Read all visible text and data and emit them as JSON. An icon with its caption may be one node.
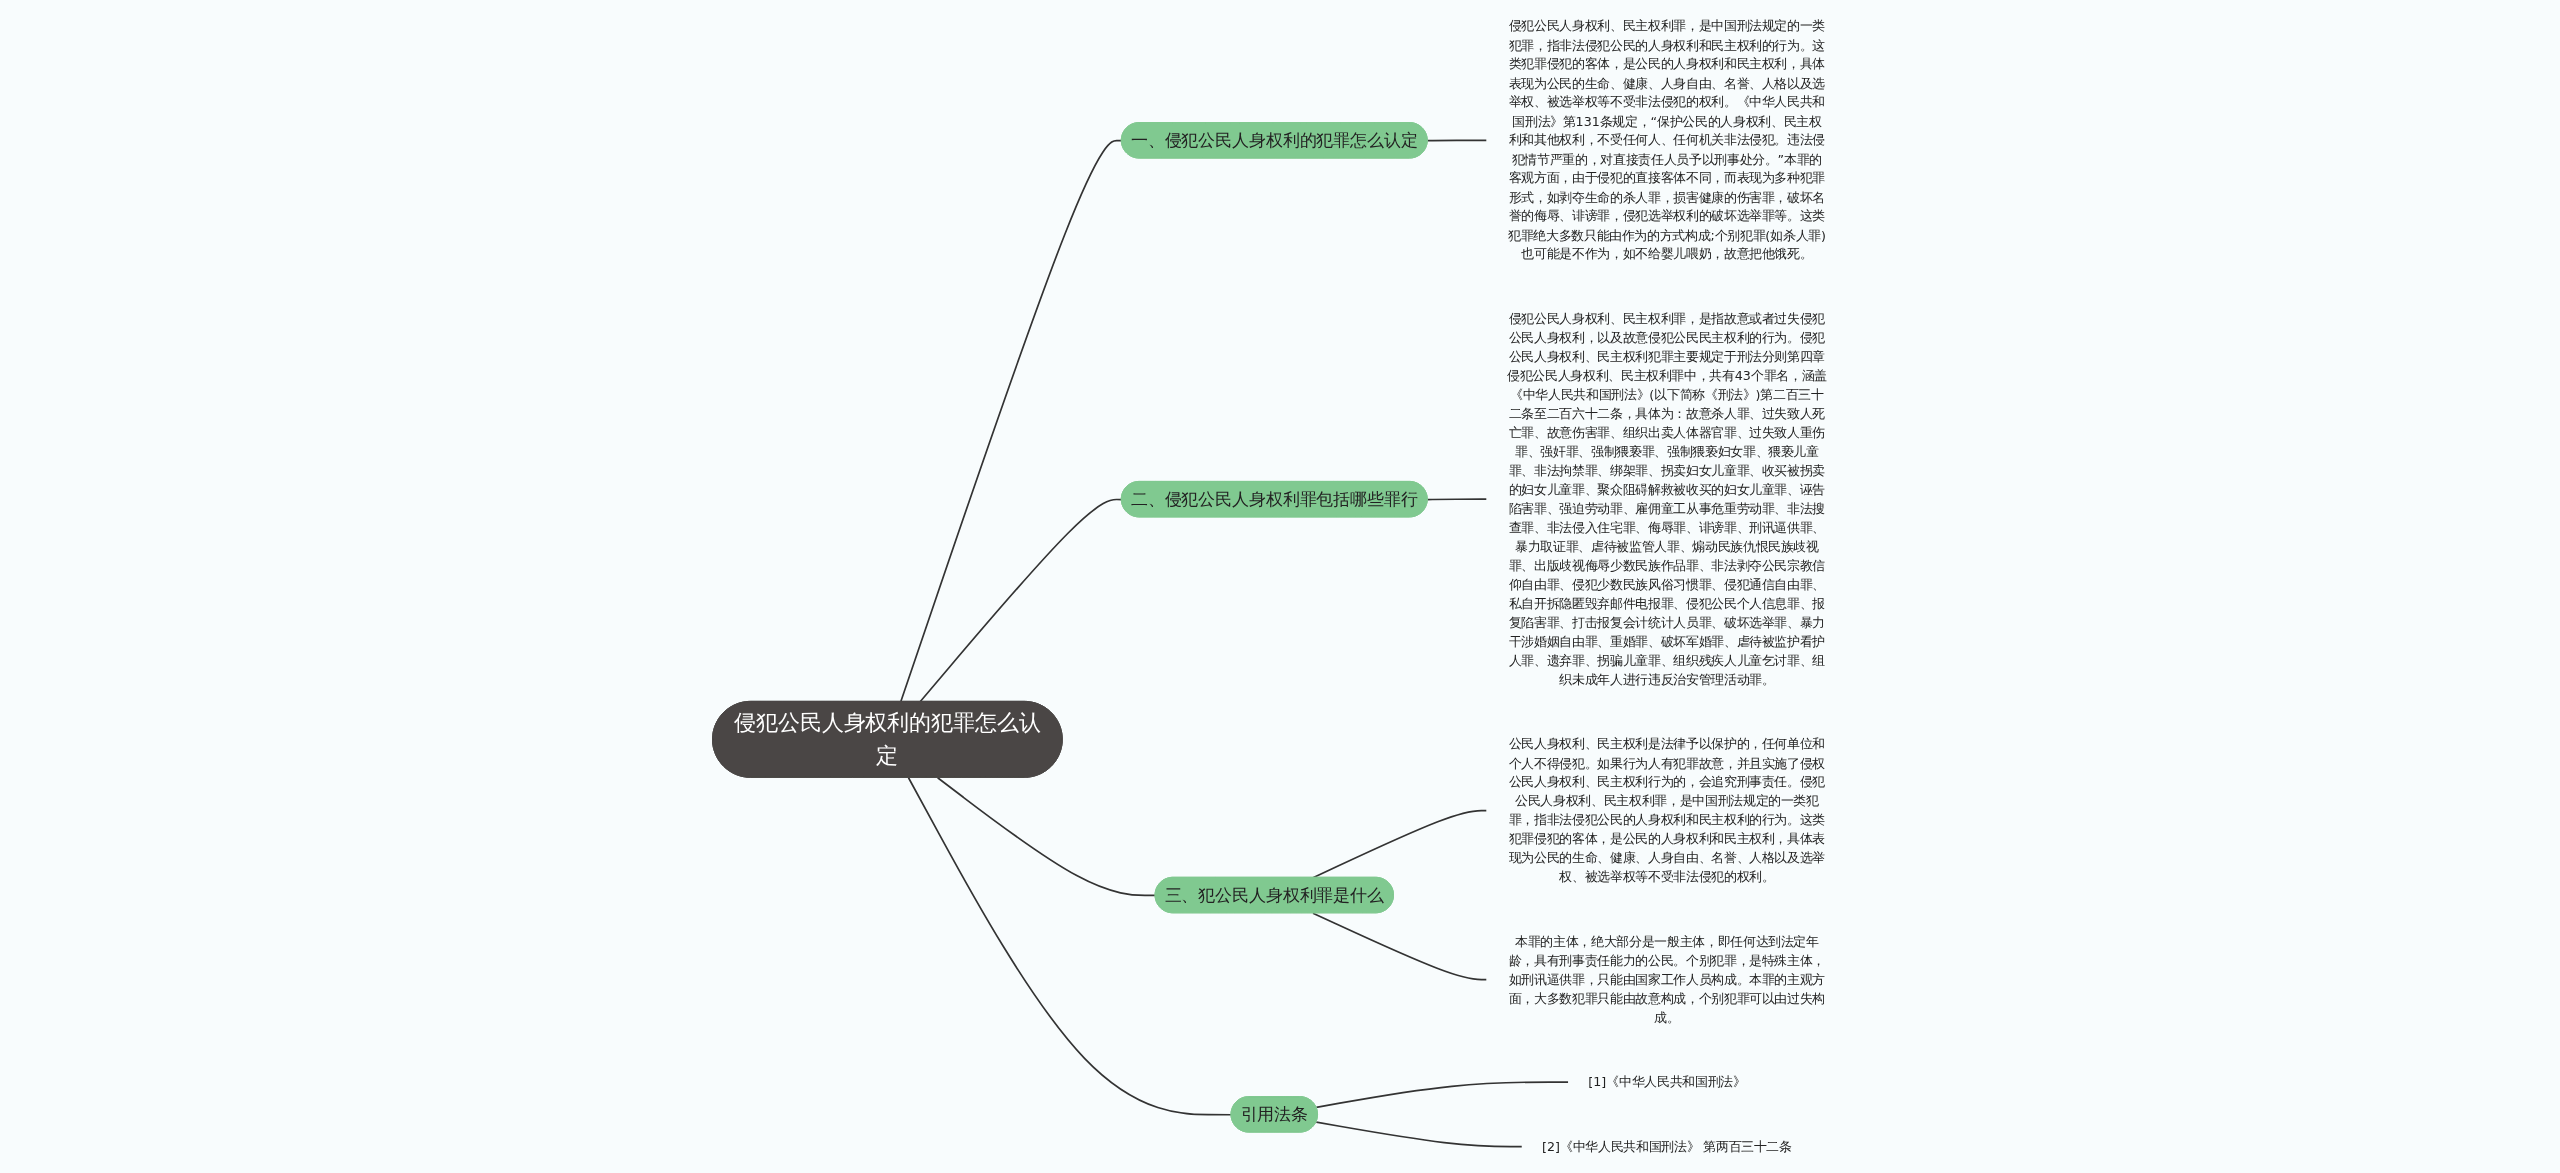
{
  "diagram": {
    "nodes": [
      {
        "text": [
          "侵犯公民人身权利的犯罪怎么认定"
        ]
      },
      {
        "text": [
          "一、侵犯公民人身权利的犯罪怎么认定"
        ]
      },
      {
        "text": [
          "侵犯公民人身权利、民主权利罪，是中国刑法规定的一类犯罪，指非法侵犯公民的人身权利和民主权利的行为。这类犯罪侵犯的客体，是公民的人身权利和民主权利，具体表现为公民的生命、健康、人身自由、名誉、人格以及选举权、被选举权等不受非法侵犯的权利。《中华人民共和国刑法》第131条规定，“保护公民的人身权利、民主权利和其他权利，不受任何人、任何机关非法侵犯。违法侵犯情节严重的，对直接责任人员予以刑事处分。”本罪的客观方面，由于侵犯的直接客体不同，而表现为多种犯罪形式，如剥夺生命的杀人罪，损害健康的伤害罪，破坏名誉的侮辱、诽谤罪，侵犯选举权利的破坏选举罪等。这类犯罪绝大多数只能由作为的方式构成;个别犯罪(如杀人罪)也可能是不作为，如不给婴儿喂奶，故意把他饿死。"
        ]
      },
      {
        "text": [
          "二、侵犯公民人身权利罪包括哪些罪行"
        ]
      },
      {
        "text": [
          "侵犯公民人身权利、民主权利罪，是指故意或者过失侵犯公民人身权利，以及故意侵犯公民民主权利的行为。侵犯公民人身权利、民主权利犯罪主要规定于刑法分则第四章侵犯公民人身权利、民主权利罪中，共有43个罪名，涵盖《中华人民共和国刑法》(以下简称《刑法》)第二百三十二条至二百六十二条，具体为：故意杀人罪、过失致人死亡罪、故意伤害罪、组织出卖人体器官罪、过失致人重伤罪、强奸罪、强制猥亵罪、强制猥亵妇女罪、猥亵儿童罪、非法拘禁罪、绑架罪、拐卖妇女儿童罪、收买被拐卖的妇女儿童罪、聚众阻碍解救被收买的妇女儿童罪、诬告陷害罪、强迫劳动罪、雇佣童工从事危重劳动罪、非法搜查罪、非法侵入住宅罪、侮辱罪、诽谤罪、刑讯逼供罪、暴力取证罪、虐待被监管人罪、煽动民族仇恨民族歧视罪、出版歧视侮辱少数民族作品罪、非法剥夺公民宗教信仰自由罪、侵犯少数民族风俗习惯罪、侵犯通信自由罪、私自开拆隐匿毁弃邮件电报罪、侵犯公民个人信息罪、报复陷害罪、打击报复会计统计人员罪、破坏选举罪、暴力干涉婚姻自由罪、重婚罪、破坏军婚罪、虐待被监护看护人罪、遗弃罪、拐骗儿童罪、组织残疾人儿童乞讨罪、组织未成年人进行违反治安管理活动罪。"
        ]
      },
      {
        "text": [
          "三、犯公民人身权利罪是什么"
        ]
      },
      {
        "text": [
          "公民人身权利、民主权利是法律予以保护的，任何单位和个人不得侵犯。如果行为人有犯罪故意，并且实施了侵权公民人身权利、民主权利行为的，会追究刑事责任。侵犯公民人身权利、民主权利罪，是中国刑法规定的一类犯罪，指非法侵犯公民的人身权利和民主权利的行为。这类犯罪侵犯的客体，是公民的人身权利和民主权利，具体表现为公民的生命、健康、人身自由、名誉、人格以及选举权、被选举权等不受非法侵犯的权利。"
        ]
      },
      {
        "text": [
          "本罪的主体，绝大部分是一般主体，即任何达到法定年龄，具有刑事责任能力的公民。个别犯罪，是特殊主体，如刑讯逼供罪，只能由国家工作人员构成。本罪的主观方面，大多数犯罪只能由故意构成，个别犯罪可以由过失构成。"
        ]
      },
      {
        "text": [
          "引用法条"
        ]
      },
      {
        "text": [
          "[1]《中华人民共和国刑法》"
        ]
      },
      {
        "text": [
          "[2]《中华人民共和国刑法》 第两百三十二条"
        ]
      }
    ],
    "edges": [
      {
        "from": 0,
        "to": 1,
        "arrow": "none"
      },
      {
        "from": 1,
        "to": 2,
        "arrow": "none"
      },
      {
        "from": 0,
        "to": 3,
        "arrow": "none"
      },
      {
        "from": 3,
        "to": 4,
        "arrow": "none"
      },
      {
        "from": 0,
        "to": 5,
        "arrow": "none"
      },
      {
        "from": 5,
        "to": 6,
        "arrow": "none"
      },
      {
        "from": 5,
        "to": 7,
        "arrow": "none"
      },
      {
        "from": 0,
        "to": 8,
        "arrow": "none"
      },
      {
        "from": 8,
        "to": 9,
        "arrow": "none"
      },
      {
        "from": 8,
        "to": 10,
        "arrow": "none"
      }
    ]
  }
}
